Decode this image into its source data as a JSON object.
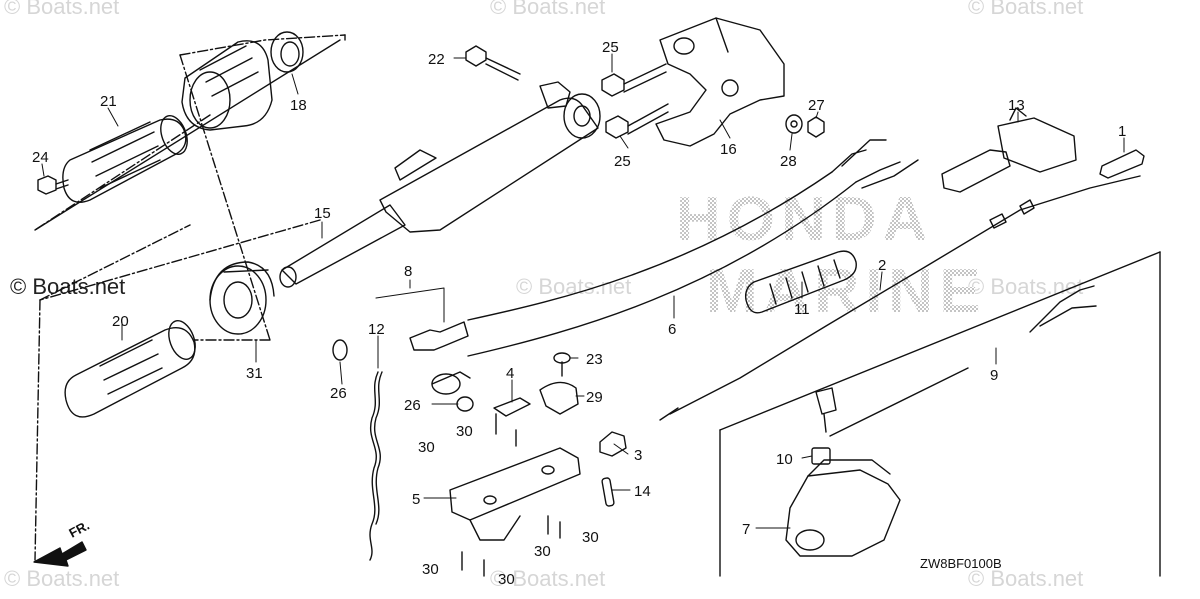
{
  "watermarks": {
    "text": "© Boats.net",
    "prominent_text": "© Boats.net"
  },
  "brand_watermark": {
    "line1": "HONDA",
    "line2": "MARINE"
  },
  "callouts": {
    "p1": "1",
    "p2": "2",
    "p3": "3",
    "p4": "4",
    "p5": "5",
    "p6": "6",
    "p7": "7",
    "p8": "8",
    "p9": "9",
    "p10": "10",
    "p11": "11",
    "p12": "12",
    "p13": "13",
    "p14": "14",
    "p15": "15",
    "p16": "16",
    "p18": "18",
    "p20": "20",
    "p21": "21",
    "p22": "22",
    "p23": "23",
    "p24": "24",
    "p25": "25",
    "p26": "26",
    "p27": "27",
    "p28": "28",
    "p29": "29",
    "p30": "30",
    "p31": "31"
  },
  "diagram_code": "ZW8BF0100B",
  "direction_label": "FR.",
  "colors": {
    "line": "#111111",
    "watermark": "#d6d6d6",
    "background": "#ffffff"
  }
}
